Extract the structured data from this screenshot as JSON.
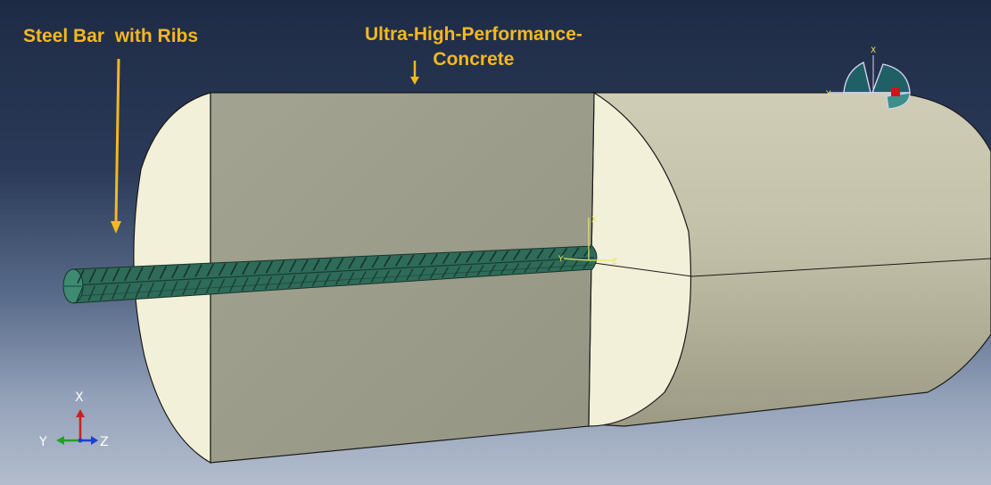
{
  "annotations": {
    "steel_bar": "Steel Bar  with Ribs",
    "uhpc_line1": "Ultra-High-Performance-",
    "uhpc_line2": "Concrete"
  },
  "triad": {
    "x": "X",
    "y": "Y",
    "z": "Z"
  },
  "local_csys": {
    "x": "X",
    "y": "Y",
    "z": "Z"
  },
  "view_cube": {
    "x": "X",
    "y": "Y"
  },
  "colors": {
    "annotation": "#f5b81f",
    "concrete_end_face": "#f2f0d8",
    "concrete_cut_face": "#9c9c8a",
    "concrete_body": "#c8c6ae",
    "steel_bar": "#2e6b58",
    "triad_x": "#cc1f1f",
    "triad_y": "#1fa31f",
    "triad_z": "#1f3fcf"
  }
}
